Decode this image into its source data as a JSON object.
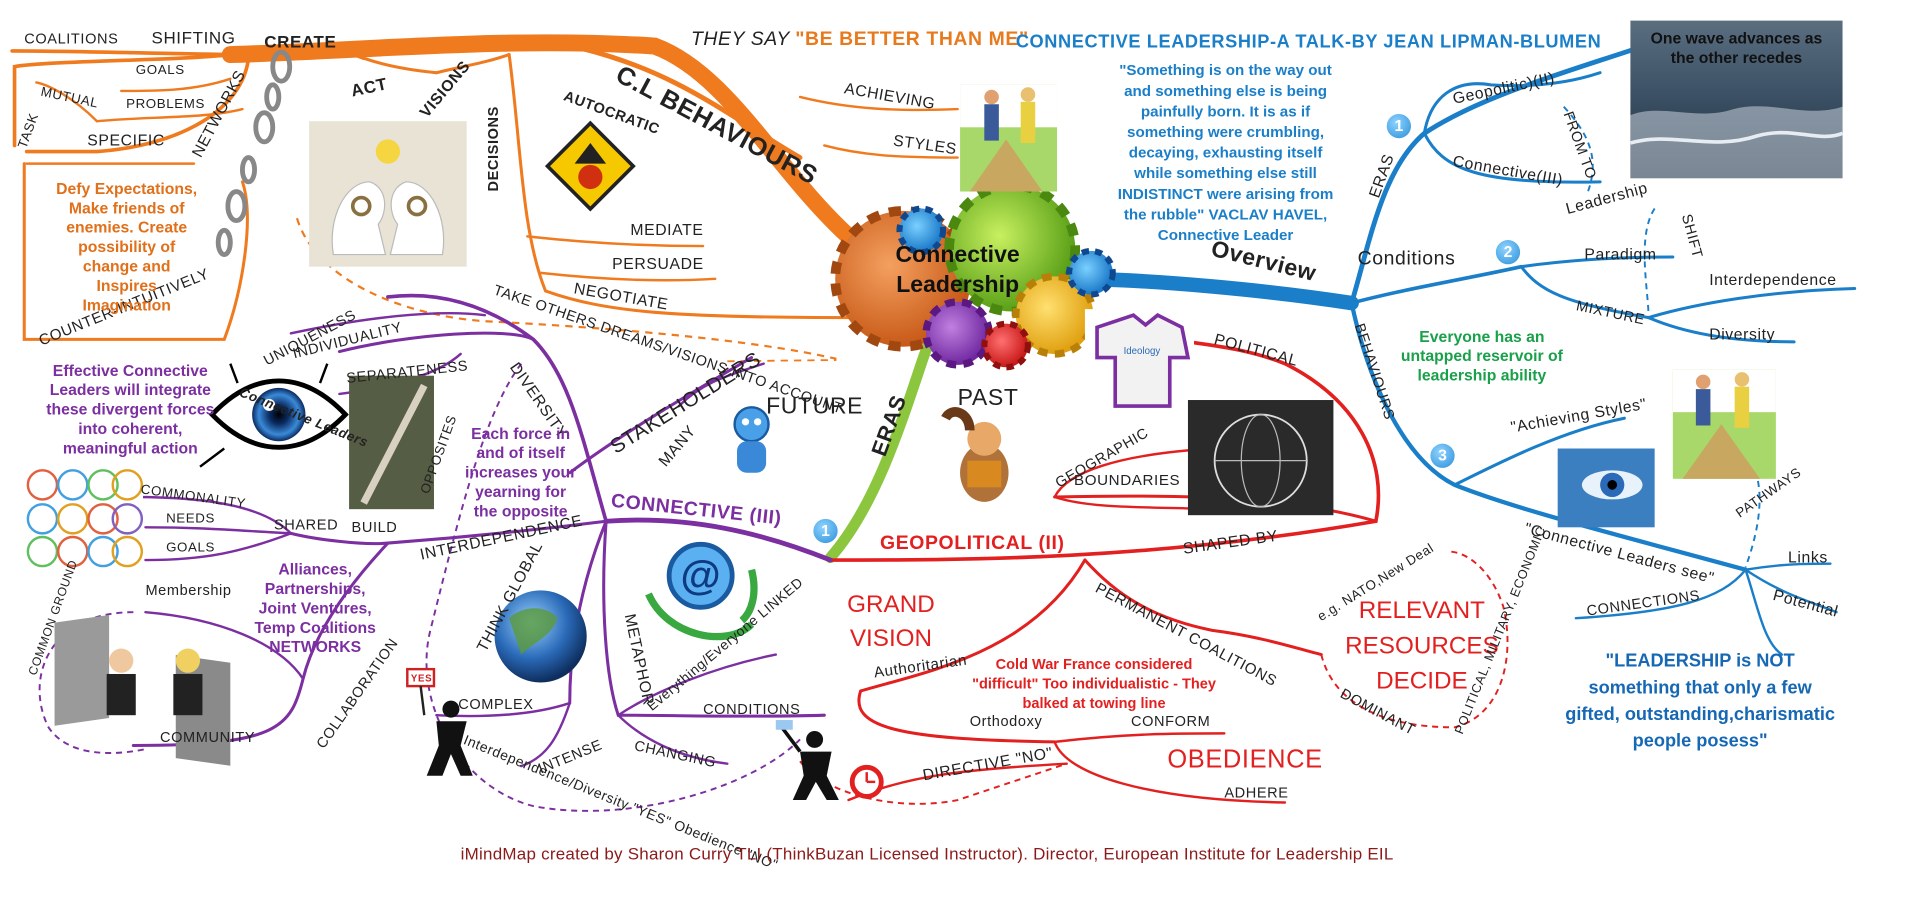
{
  "header": {
    "they_say": "THEY SAY",
    "better_than_me": "\"BE BETTER THAN ME\"",
    "talk_title": "CONNECTIVE LEADERSHIP-A TALK-BY JEAN LIPMAN-BLUMEN"
  },
  "center": {
    "line1": "Connective",
    "line2": "Leadership"
  },
  "quotes": {
    "havel": "\"Something is on the way out and something else is being painfully born.  It is as if something were crumbling, decaying, exhausting itself while something else still INDISTINCT were arising from the rubble\"  VACLAV HAVEL, Connective Leader",
    "wave": "One wave advances as the other recedes",
    "reservoir": "Everyone has an untapped reservoir of leadership ability",
    "leadership_not": "\"LEADERSHIP is NOT something that only a few gifted, outstanding,charismatic people posess\"",
    "defy": "Defy Expectations, Make friends of enemies. Create possibility of change and Inspires Imagination",
    "effective": "Effective Connective Leaders will integrate these divergent forces into coherent, meaningful action",
    "each_force": "Each force in and of itself increases your yearning for the opposite",
    "alliances": "Alliances, Partnerships, Joint Ventures, Temp Coalitions NETWORKS",
    "cold_war": "Cold War France considered \"difficult\" Too individualistic - They balked at towing line"
  },
  "orange": {
    "branch": "C.L BEHAVIOURS",
    "achieving": "ACHIEVING",
    "styles": "STYLES",
    "coalitions": "COALITIONS",
    "shifting": "SHIFTING",
    "create": "CREATE",
    "goals": "GOALS",
    "mutual": "MUTUAL",
    "problems": "PROBLEMS",
    "task": "TASK",
    "specific": "SPECIFIC",
    "networks": "NETWORKS",
    "act": "ACT",
    "visions": "VISIONS",
    "decisions": "DECISIONS",
    "autocratic": "AUTOCRATIC",
    "mediate": "MEDIATE",
    "persuade": "PERSUADE",
    "negotiate": "NEGOTIATE",
    "take_others": "TAKE OTHERS DREAMS/VISIONS INTO ACCOUNT",
    "counter": "COUNTER-INTUITIVELY"
  },
  "blue": {
    "branch": "Overview",
    "eras": "ERAS",
    "geopolitic": "Geopolitic)(II)",
    "connective": "Connective(III)",
    "from_to": "FROM TO",
    "leadership": "Leadership",
    "conditions": "Conditions",
    "paradigm": "Paradigm",
    "shift": "SHIFT",
    "interdependence": "Interdependence",
    "mixture": "MIXTURE",
    "diversity": "Diversity",
    "behaviours": "BEHAVIOURS",
    "achieving_styles": "\"Achieving Styles\"",
    "cl_see": "\"Connective Leaders see\"",
    "pathways": "PATHWAYS",
    "links": "Links",
    "potential": "Potential",
    "connections": "CONNECTIONS",
    "n1": "1",
    "n2": "2",
    "n3": "3"
  },
  "green": {
    "eras": "ERAS",
    "future": "FUTURE",
    "past": "PAST"
  },
  "red": {
    "geopolitical": "GEOPOLITICAL (II)",
    "n1": "1",
    "political": "POLITICAL",
    "geographic": "GEOGRAPHIC",
    "boundaries": "BOUNDARIES",
    "shaped_by": "SHAPED BY",
    "grand_vision": "GRAND VISION",
    "authoritarian": "Authoritarian",
    "permanent": "PERMANENT COALITIONS",
    "eg_nato": "e.g. NATO,New Deal",
    "relevant": "RELEVANT RESOURCES DECIDE",
    "dominant": "DOMINANT",
    "pme": "POLITICAL, MILITARY, ECONOMIC",
    "orthodoxy": "Orthodoxy",
    "conform": "CONFORM",
    "obedience": "OBEDIENCE",
    "adhere": "ADHERE",
    "directive": "DIRECTIVE \"NO\""
  },
  "purple": {
    "connective": "CONNECTIVE (III)",
    "n1": "1",
    "stakeholders": "STAKEHOLDERS",
    "many": "MANY",
    "diversity": "DIVERSITY",
    "uniqueness": "UNIQUENESS",
    "individuality": "INDIVIDUALITY",
    "separateness": "SEPARATENESS",
    "opposites": "OPPOSITES",
    "build": "BUILD",
    "interdependence": "INTERDEPENDENCE",
    "shared": "SHARED",
    "commonality": "COMMONALITY",
    "needs": "NEEDS",
    "goals": "GOALS",
    "membership": "Membership",
    "collaboration": "COLLABORATION",
    "common_ground": "COMMON GROUND",
    "community": "COMMUNITY",
    "think_global": "THINK GLOBAL",
    "metaphor": "METAPHOR",
    "everything": "Everything/Everyone LINKED",
    "conditions": "CONDITIONS",
    "complex": "COMPLEX",
    "intense": "INTENSE",
    "changing": "CHANGING",
    "yes": "YES",
    "interdep_yes": "Interdependence/Diversity \"YES\" Obedience \"NO\"",
    "connective_leaders": "Connective Leaders"
  },
  "footer": {
    "credit": "iMindMap created by Sharon Curry TLI (ThinkBuzan Licensed Instructor).   Director, European Institute for Leadership EIL"
  },
  "colors": {
    "orange": "#f07a1e",
    "blue": "#1a7fc8",
    "purple": "#7b2fa0",
    "red": "#e32020",
    "green": "#8cc63f",
    "footer": "#8b1a1a",
    "orange_text": "#d4620e",
    "blue_text": "#1668b4",
    "purple_text": "#6a1f95",
    "red_text": "#d81a1a",
    "green_text": "#1aa04a"
  }
}
